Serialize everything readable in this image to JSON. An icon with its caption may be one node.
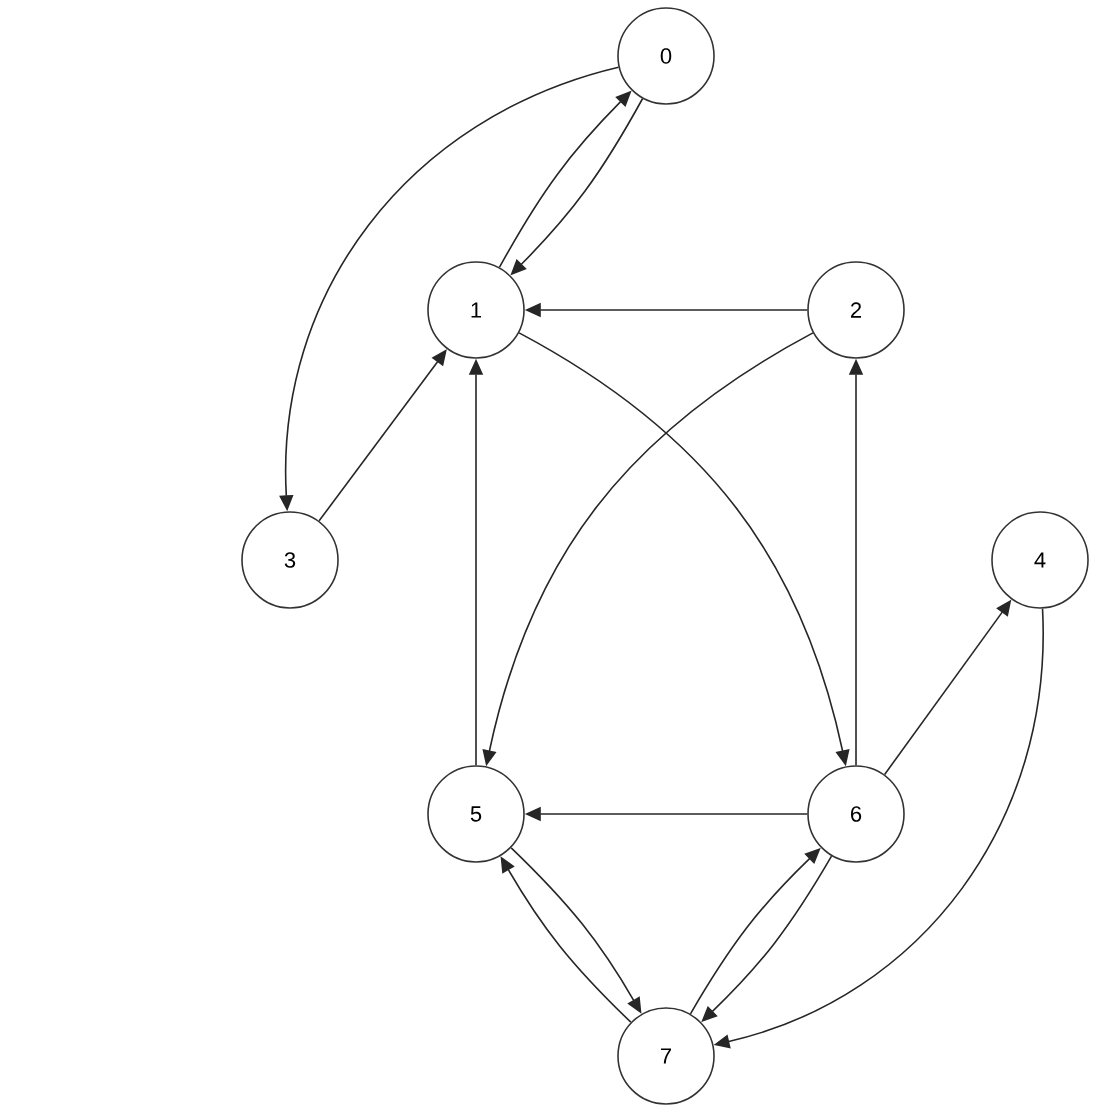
{
  "diagram": {
    "nodes": [
      {
        "text": [
          "0"
        ]
      },
      {
        "text": [
          "1"
        ]
      },
      {
        "text": [
          "2"
        ]
      },
      {
        "text": [
          "3"
        ]
      },
      {
        "text": [
          "4"
        ]
      },
      {
        "text": [
          "5"
        ]
      },
      {
        "text": [
          "6"
        ]
      },
      {
        "text": [
          "7"
        ]
      }
    ],
    "edges": [
      {
        "from": 0,
        "to": 1,
        "arrow": "to"
      },
      {
        "from": 1,
        "to": 0,
        "arrow": "to"
      },
      {
        "from": 0,
        "to": 3,
        "arrow": "to"
      },
      {
        "from": 3,
        "to": 1,
        "arrow": "to"
      },
      {
        "from": 2,
        "to": 1,
        "arrow": "to"
      },
      {
        "from": 1,
        "to": 6,
        "arrow": "to"
      },
      {
        "from": 2,
        "to": 5,
        "arrow": "to"
      },
      {
        "from": 5,
        "to": 1,
        "arrow": "to"
      },
      {
        "from": 6,
        "to": 2,
        "arrow": "to"
      },
      {
        "from": 6,
        "to": 4,
        "arrow": "to"
      },
      {
        "from": 6,
        "to": 5,
        "arrow": "to"
      },
      {
        "from": 4,
        "to": 7,
        "arrow": "to"
      },
      {
        "from": 5,
        "to": 7,
        "arrow": "to"
      },
      {
        "from": 7,
        "to": 5,
        "arrow": "to"
      },
      {
        "from": 6,
        "to": 7,
        "arrow": "to"
      },
      {
        "from": 7,
        "to": 6,
        "arrow": "to"
      }
    ]
  }
}
